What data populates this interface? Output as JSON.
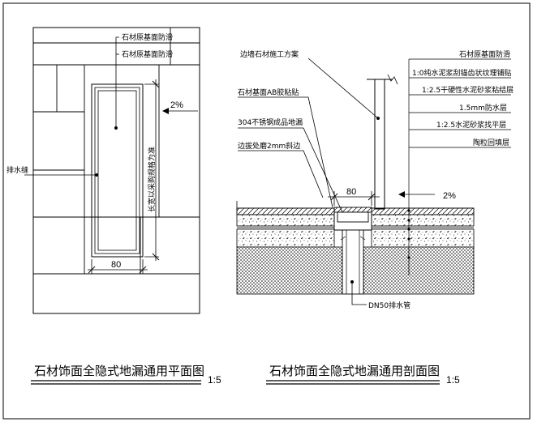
{
  "plan": {
    "label_top1": "石材原基面防滑",
    "label_top2": "石材原基面防滑",
    "slope": "2%",
    "drain_seam": "排水缝",
    "length_note": "长宽以采购规格为准",
    "width_dim": "80",
    "title": "石材饰面全隐式地漏通用平面图",
    "scale": "1:5"
  },
  "section": {
    "left_labels": [
      "边墙石材施工方案",
      "石材基面AB胶粘贴",
      "304不锈钢成品地漏",
      "边拔处磨2mm斜边"
    ],
    "right_labels": [
      "石材原基面防滑",
      "1:0纯水泥浆刮锚齿状纹理铺贴",
      "1:2.5干硬性水泥砂浆粘结层",
      "1.5mm防水层",
      "1:2.5水泥砂浆找平层",
      "陶粒回填层"
    ],
    "width_dim": "80",
    "slope": "2%",
    "pipe_label": "DN50排水管",
    "title": "石材饰面全隐式地漏通用剖面图",
    "scale": "1:5"
  }
}
